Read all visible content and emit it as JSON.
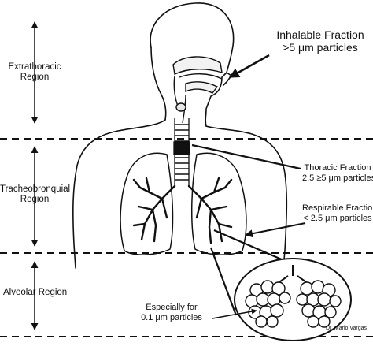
{
  "labels": {
    "inhalable_line1": "Inhalable Fraction",
    "inhalable_line2": ">5 μm particles",
    "extrathoracic_line1": "Extrathoracic",
    "extrathoracic_line2": "Region",
    "tracheo_line1": "Tracheobronquial",
    "tracheo_line2": "Region",
    "alveolar": "Alveolar Region",
    "thoracic_line1": "Thoracic Fraction",
    "thoracic_line2": "2.5 ≥5 μm particles",
    "respirable_line1": "Respirable Fraction",
    "respirable_line2": "< 2.5 μm particles",
    "especially_line1": "Especially for",
    "especially_line2": "0.1 μm particles",
    "credit": "Dr. Mario Vargas"
  },
  "colors": {
    "ink": "#111111",
    "background": "#ffffff"
  },
  "icons": [
    "human-respiratory-tract-outline",
    "alveoli-cluster-magnifier",
    "double-headed-vertical-arrow"
  ]
}
